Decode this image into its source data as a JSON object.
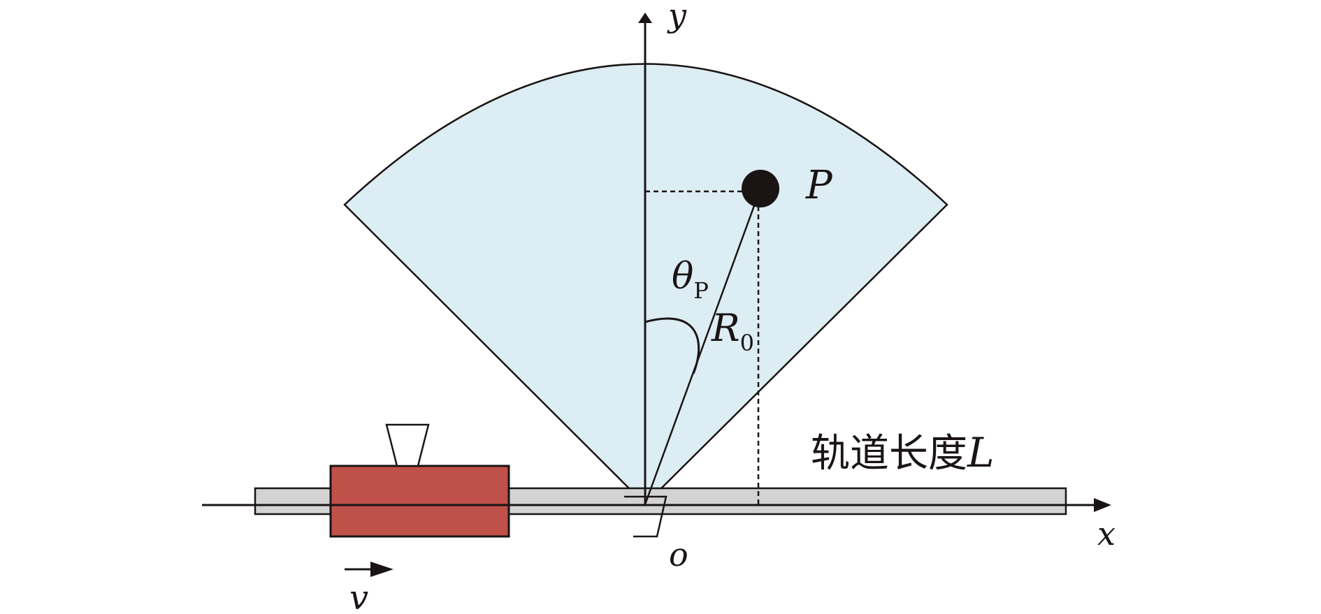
{
  "labels": {
    "y_axis": "y",
    "x_axis": "x",
    "origin": "o",
    "point": "P",
    "angle_symbol": "θ",
    "angle_subscript": "P",
    "radius_symbol": "R",
    "radius_subscript": "0",
    "velocity": "v",
    "track_label": "轨道长度",
    "track_length_symbol": "L"
  },
  "colors": {
    "sector_fill": "#dcedf3",
    "stroke": "#1a1414",
    "cart_fill": "#c0504a",
    "track_fill": "#d3d3d3",
    "background": "#ffffff"
  }
}
